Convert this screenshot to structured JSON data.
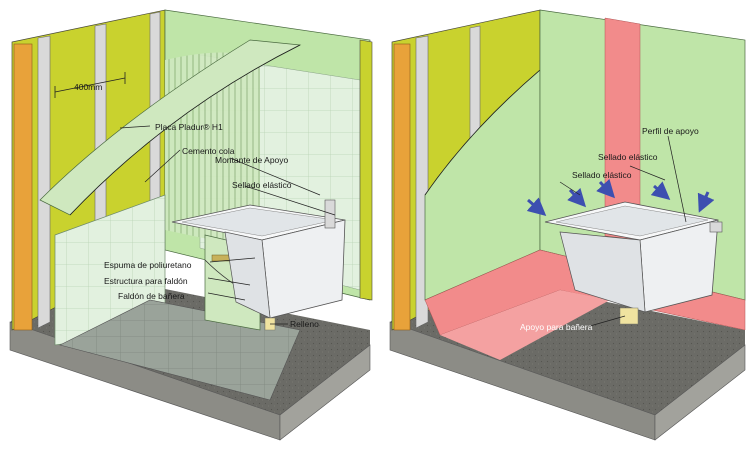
{
  "colors": {
    "board_green": "#bfe5a8",
    "frame_yellow": "#c9d22e",
    "frame_orange": "#e8a23a",
    "floor_gray": "#8f8f8a",
    "tile_light": "#e2f1df",
    "pink": "#f28b8b",
    "bathtub": "#f2f4f5",
    "arrow_blue": "#3d4fb0"
  },
  "left_panel": {
    "dimension": "400mm",
    "labels": {
      "placa": "Placa Pladur® H1",
      "cemento": "Cemento cola",
      "montante": "Montante de Apoyo",
      "sellado": "Sellado elástico",
      "espuma": "Espuma de poliuretano",
      "estructura": "Estructura para faldón",
      "faldon": "Faldón de bañera",
      "relleno": "Relleno"
    }
  },
  "right_panel": {
    "labels": {
      "perfil": "Perfil de apoyo",
      "sellado_1": "Sellado elástico",
      "sellado_2": "Sellado elástico",
      "apoyo": "Apoyo para bañera"
    }
  }
}
